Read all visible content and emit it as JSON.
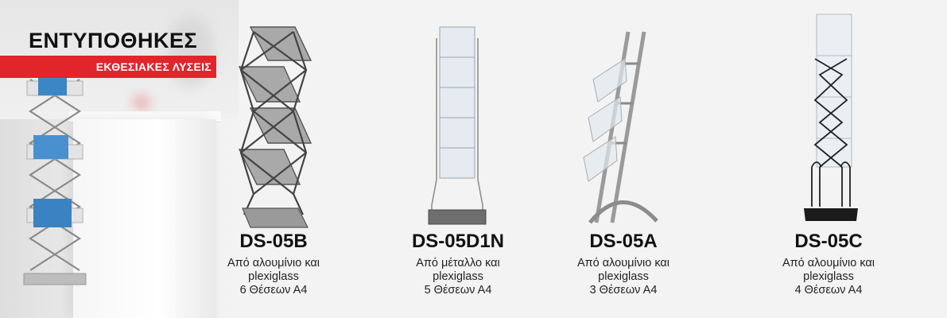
{
  "header": {
    "title": "ΕΝΤΥΠΟΘΗΚΕΣ",
    "subtitle": "ΕΚΘΕΣΙΑΚΕΣ ΛΥΣΕΙΣ"
  },
  "colors": {
    "accent": "#e2242b",
    "background": "#f3f3f3"
  },
  "products": [
    {
      "name": "DS-05B",
      "material_line1": "Από αλουμίνιο και",
      "material_line2": "plexiglass",
      "capacity": "6 Θέσεων Α4"
    },
    {
      "name": "DS-05D1N",
      "material_line1": "Από μέταλλο και",
      "material_line2": "plexiglass",
      "capacity": "5 Θέσεων Α4"
    },
    {
      "name": "DS-05A",
      "material_line1": "Από αλουμίνιο και",
      "material_line2": "plexiglass",
      "capacity": "3 Θέσεων Α4"
    },
    {
      "name": "DS-05C",
      "material_line1": "Από αλουμίνιο και",
      "material_line2": "plexiglass",
      "capacity": "4 Θέσεων Α4"
    }
  ]
}
